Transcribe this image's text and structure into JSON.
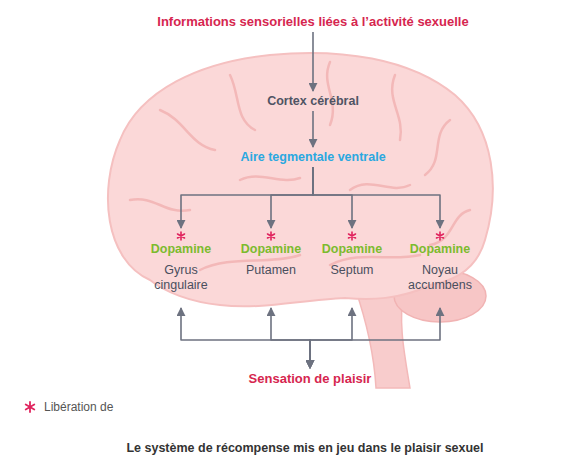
{
  "diagram": {
    "caption": "Le système de récompense mis en jeu dans le plaisir sexuel",
    "nodes": [
      {
        "text": [
          "Informations sensorielles liées à l’activité sexuelle"
        ]
      },
      {
        "text": [
          "Cortex cérébral"
        ]
      },
      {
        "text": [
          "Aire tegmentale ventrale"
        ]
      },
      {
        "text": [
          "Dopamine",
          "Gyrus cingulaire"
        ]
      },
      {
        "text": [
          "Dopamine",
          "Putamen"
        ]
      },
      {
        "text": [
          "Dopamine",
          "Septum"
        ]
      },
      {
        "text": [
          "Dopamine",
          "Noyau accumbens"
        ]
      },
      {
        "text": [
          "Sensation de plaisir"
        ]
      }
    ],
    "edges": [
      {
        "from": 0,
        "to": 1,
        "arrow": "to"
      },
      {
        "from": 1,
        "to": 2,
        "arrow": "to"
      },
      {
        "from": 2,
        "to": 3,
        "arrow": "to"
      },
      {
        "from": 2,
        "to": 4,
        "arrow": "to"
      },
      {
        "from": 2,
        "to": 5,
        "arrow": "to"
      },
      {
        "from": 2,
        "to": 6,
        "arrow": "to"
      },
      {
        "from": 3,
        "to": 7,
        "arrow": "both"
      },
      {
        "from": 4,
        "to": 7,
        "arrow": "both"
      },
      {
        "from": 5,
        "to": 7,
        "arrow": "both"
      },
      {
        "from": 6,
        "to": 7,
        "arrow": "both"
      }
    ],
    "legend": [
      {
        "text": "Libération de"
      }
    ]
  }
}
